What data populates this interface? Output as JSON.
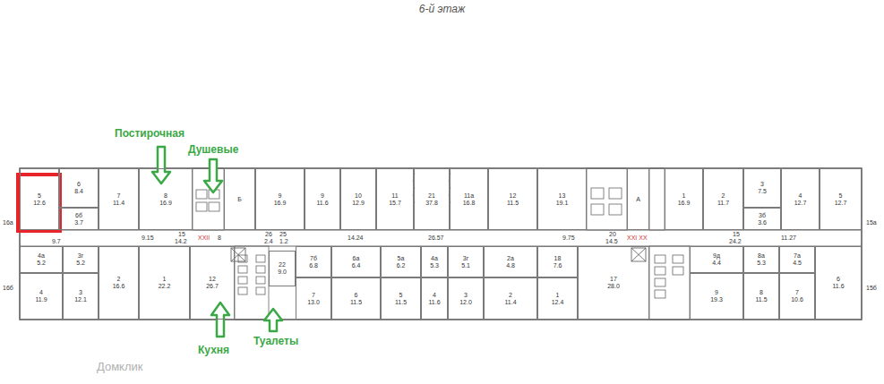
{
  "diagram": {
    "title": "6-й этаж",
    "nodes": [
      {
        "text": [
          "5",
          "12.6"
        ]
      },
      {
        "text": [
          "6",
          "8.4"
        ]
      },
      {
        "text": [
          "6б",
          "3.7"
        ]
      },
      {
        "text": [
          "7",
          "11.4"
        ]
      },
      {
        "text": [
          "8",
          "16.9"
        ]
      },
      {
        "text": [
          "Б"
        ]
      },
      {
        "text": [
          "9",
          "16.9"
        ]
      },
      {
        "text": [
          "9",
          "11.6"
        ]
      },
      {
        "text": [
          "10",
          "12.9"
        ]
      },
      {
        "text": [
          "11",
          "15.7"
        ]
      },
      {
        "text": [
          "21",
          "37.8"
        ]
      },
      {
        "text": [
          "11а",
          "16.8"
        ]
      },
      {
        "text": [
          "12",
          "11.5"
        ]
      },
      {
        "text": [
          "13",
          "19.1"
        ]
      },
      {
        "text": [
          "А"
        ]
      },
      {
        "text": [
          "1",
          "16.9"
        ]
      },
      {
        "text": [
          "2",
          "11.7"
        ]
      },
      {
        "text": [
          "3",
          "7.5"
        ]
      },
      {
        "text": [
          "3б",
          "3.6"
        ]
      },
      {
        "text": [
          "4",
          "12.7"
        ]
      },
      {
        "text": [
          "5",
          "12.7"
        ]
      },
      {
        "text": [
          "4а",
          "5.2"
        ]
      },
      {
        "text": [
          "4",
          "11.9"
        ]
      },
      {
        "text": [
          "3г",
          "5.2"
        ]
      },
      {
        "text": [
          "3",
          "12.1"
        ]
      },
      {
        "text": [
          "2",
          "16.6"
        ]
      },
      {
        "text": [
          "1",
          "22.2"
        ]
      },
      {
        "text": [
          "12",
          "26.7"
        ]
      },
      {
        "text": [
          "22",
          "9.0"
        ]
      },
      {
        "text": [
          "7б",
          "6.8"
        ]
      },
      {
        "text": [
          "7",
          "13.0"
        ]
      },
      {
        "text": [
          "6а",
          "6.4"
        ]
      },
      {
        "text": [
          "6",
          "11.5"
        ]
      },
      {
        "text": [
          "5а",
          "6.2"
        ]
      },
      {
        "text": [
          "5",
          "11.5"
        ]
      },
      {
        "text": [
          "4а",
          "5.3"
        ]
      },
      {
        "text": [
          "4",
          "11.6"
        ]
      },
      {
        "text": [
          "3г",
          "5.1"
        ]
      },
      {
        "text": [
          "3",
          "12.0"
        ]
      },
      {
        "text": [
          "2а",
          "4.8"
        ]
      },
      {
        "text": [
          "2",
          "11.4"
        ]
      },
      {
        "text": [
          "18",
          "7.6"
        ]
      },
      {
        "text": [
          "1",
          "12.4"
        ]
      },
      {
        "text": [
          "17",
          "28.0"
        ]
      },
      {
        "text": [
          "9д",
          "4.4"
        ]
      },
      {
        "text": [
          "9",
          "19.3"
        ]
      },
      {
        "text": [
          "8а",
          "5.3"
        ]
      },
      {
        "text": [
          "8",
          "11.5"
        ]
      },
      {
        "text": [
          "7а",
          "4.5"
        ]
      },
      {
        "text": [
          "7",
          "10.6"
        ]
      },
      {
        "text": [
          "6",
          "11.6"
        ]
      }
    ],
    "labels": [
      "Постирочная",
      "Душевые",
      "Кухня",
      "Туалеты",
      "Домклик",
      "16а",
      "16б",
      "15а",
      "15б",
      "15",
      "14.2",
      "XXII",
      "8",
      "26",
      "2.4",
      "25",
      "1.2",
      "20",
      "14.5",
      "XXI XX",
      "15",
      "24.2",
      "14.24",
      "26.57",
      "11.27",
      "9.15",
      "9.75",
      "9.7"
    ]
  }
}
